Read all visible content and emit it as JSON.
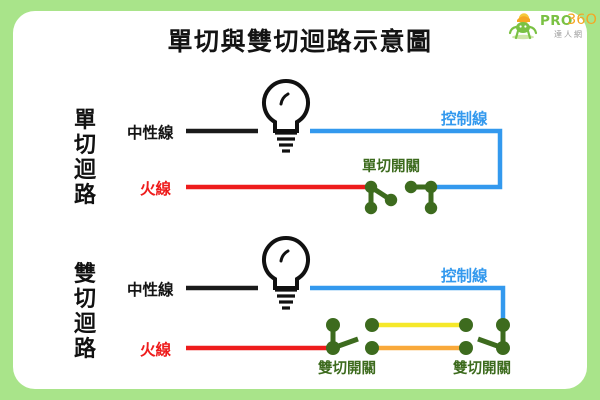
{
  "page": {
    "title": "單切與雙切迴路示意圖",
    "border_color": "#a9e48a",
    "panel_color": "#ffffff"
  },
  "logo": {
    "name": "PRO 360 達人網",
    "pro_text": "PRO",
    "number_text": "36O",
    "sub_text": "達人網",
    "pro_color": "#7ac143",
    "number_color": "#f5a623",
    "sub_color": "#9b9b9b"
  },
  "colors": {
    "neutral_wire": "#1a1a1a",
    "live_wire": "#ee1c1c",
    "control_wire": "#3399ee",
    "switch_green": "#3d6b1e",
    "traveler_yellow": "#f5e82a",
    "traveler_orange": "#f9a93a",
    "bulb_outline": "#111111"
  },
  "sections": [
    {
      "id": "single-pole",
      "side_label": "單切迴路",
      "side_label_chars": [
        "單",
        "切",
        "迴",
        "路"
      ],
      "labels": {
        "neutral": "中性線",
        "live": "火線",
        "control": "控制線",
        "switch": "單切開關"
      }
    },
    {
      "id": "three-way",
      "side_label": "雙切迴路",
      "side_label_chars": [
        "雙",
        "切",
        "迴",
        "路"
      ],
      "labels": {
        "neutral": "中性線",
        "live": "火線",
        "control": "控制線",
        "switch_left": "雙切開關",
        "switch_right": "雙切開關"
      }
    }
  ]
}
